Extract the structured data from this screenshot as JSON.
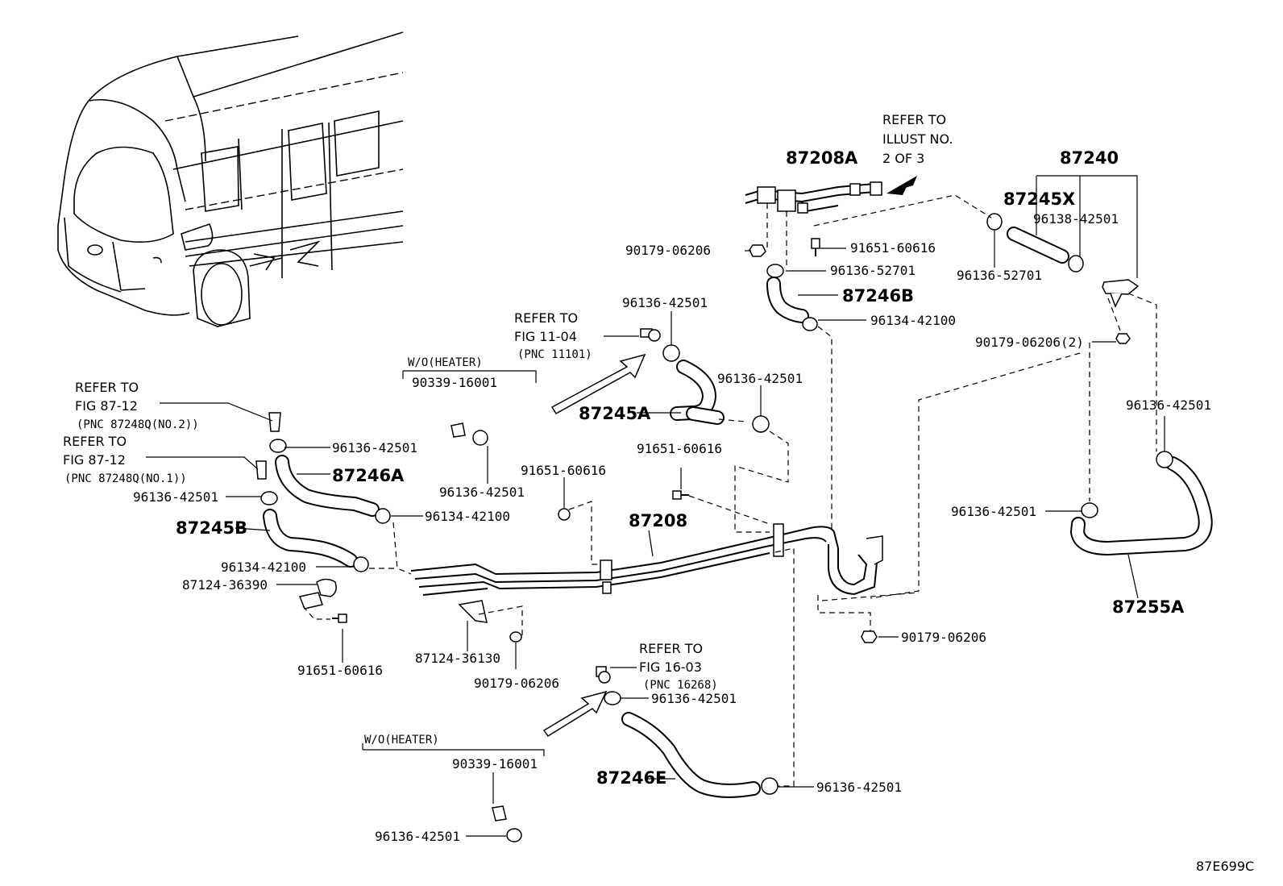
{
  "labels": {
    "p87208A": "87208A",
    "p87240": "87240",
    "p87245X": "87245X",
    "p96138_42501": "96138-42501",
    "p96136_52701_r": "96136-52701",
    "p90179_06206_top": "90179-06206",
    "p91651_60616_top": "91651-60616",
    "p96136_52701_top": "96136-52701",
    "p87246B": "87246B",
    "p96134_42100_top": "96134-42100",
    "p90179_06206_2": "90179-06206(2)",
    "p96136_42501_right": "96136-42501",
    "p96136_42501_rmid": "96136-42501",
    "p87255A": "87255A",
    "p96136_42501_fig11": "96136-42501",
    "p96136_42501_87245A": "96136-42501",
    "p87245A": "87245A",
    "p91651_60616_mid": "91651-60616",
    "p91651_60616_c": "91651-60616",
    "p87208": "87208",
    "p90339_16001_top": "90339-16001",
    "p96136_42501_wo": "96136-42501",
    "p96136_42501_l1": "96136-42501",
    "p87246A": "87246A",
    "p96136_42501_l2": "96136-42501",
    "p96134_42100_l1": "96134-42100",
    "p87245B": "87245B",
    "p96134_42100_l2": "96134-42100",
    "p87124_36390": "87124-36390",
    "p91651_60616_bl": "91651-60616",
    "p87124_36130": "87124-36130",
    "p90179_06206_b": "90179-06206",
    "p90179_06206_br": "90179-06206",
    "p96136_42501_fig16": "96136-42501",
    "p87246E": "87246E",
    "p96136_42501_87246E": "96136-42501",
    "p90339_16001_bot": "90339-16001",
    "p96136_42501_bot": "96136-42501",
    "wo_heater_top": "W/O(HEATER)",
    "wo_heater_bot": "W/O(HEATER)",
    "figure_code": "87E699C"
  },
  "refs": {
    "illust": [
      "REFER TO",
      "ILLUST NO.",
      "2 OF 3"
    ],
    "fig11": [
      "REFER TO",
      "FIG 11-04",
      "(PNC 11101)"
    ],
    "fig87_2": [
      "REFER TO",
      "FIG 87-12",
      "(PNC 87248Q(NO.2))"
    ],
    "fig87_1": [
      "REFER TO",
      "FIG 87-12",
      "(PNC 87248Q(NO.1))"
    ],
    "fig16": [
      "REFER TO",
      "FIG 16-03",
      "(PNC 16268)"
    ]
  },
  "icons": [
    "arrow-icon",
    "bus-illustration"
  ]
}
